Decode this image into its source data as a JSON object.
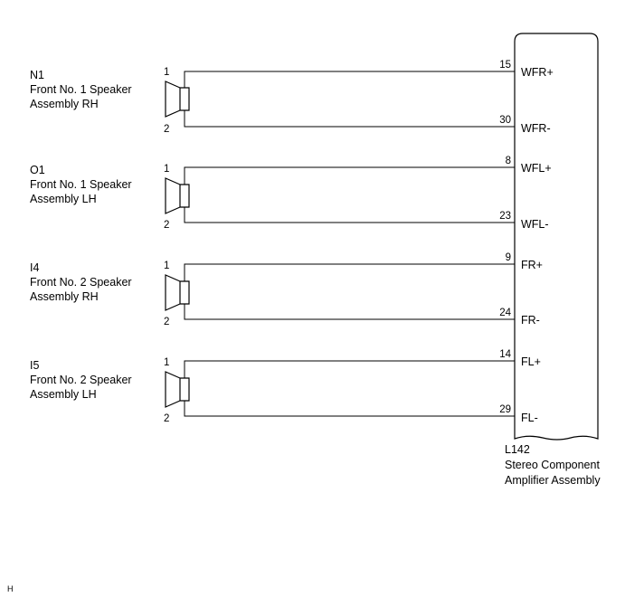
{
  "speakers": [
    {
      "code": "N1",
      "name1": "Front No. 1 Speaker",
      "name2": "Assembly RH",
      "pin_pos": "1",
      "pin_neg": "2",
      "amp_pin_pos": "15",
      "amp_pin_neg": "30",
      "sig_pos": "WFR+",
      "sig_neg": "WFR-"
    },
    {
      "code": "O1",
      "name1": "Front No. 1 Speaker",
      "name2": "Assembly LH",
      "pin_pos": "1",
      "pin_neg": "2",
      "amp_pin_pos": "8",
      "amp_pin_neg": "23",
      "sig_pos": "WFL+",
      "sig_neg": "WFL-"
    },
    {
      "code": "I4",
      "name1": "Front No. 2 Speaker",
      "name2": "Assembly RH",
      "pin_pos": "1",
      "pin_neg": "2",
      "amp_pin_pos": "9",
      "amp_pin_neg": "24",
      "sig_pos": "FR+",
      "sig_neg": "FR-"
    },
    {
      "code": "I5",
      "name1": "Front No. 2 Speaker",
      "name2": "Assembly LH",
      "pin_pos": "1",
      "pin_neg": "2",
      "amp_pin_pos": "14",
      "amp_pin_neg": "29",
      "sig_pos": "FL+",
      "sig_neg": "FL-"
    }
  ],
  "amplifier": {
    "code": "L142",
    "name1": "Stereo Component",
    "name2": "Amplifier Assembly"
  },
  "corner_mark": "H"
}
